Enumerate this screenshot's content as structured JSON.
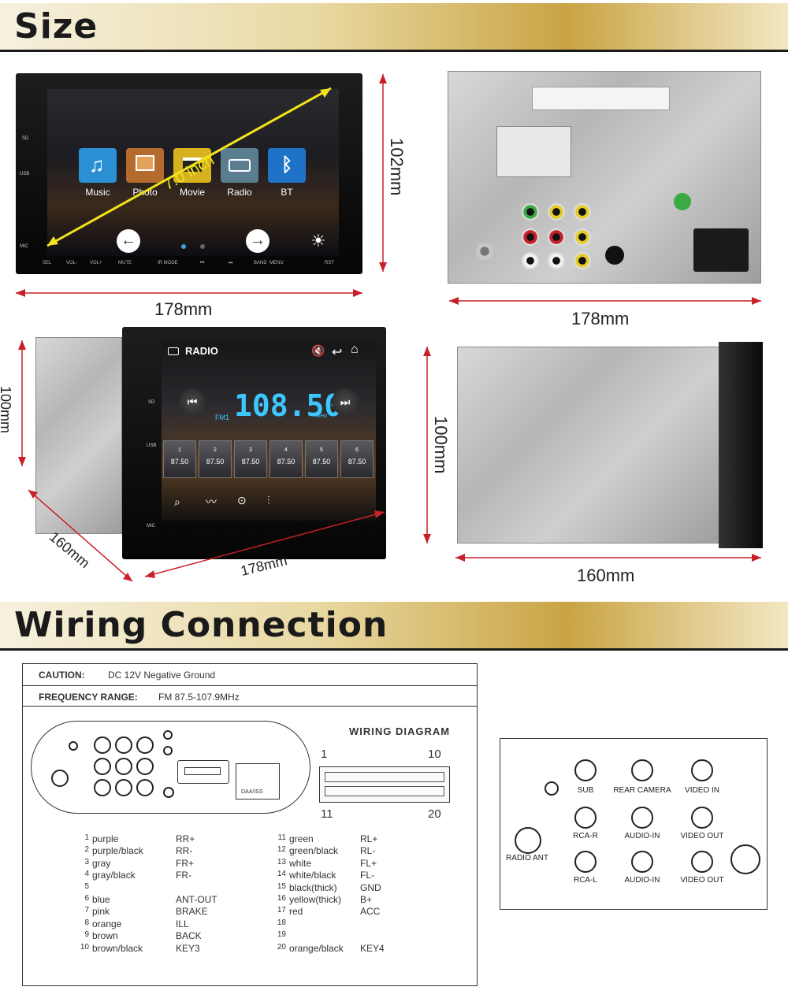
{
  "size_header": "Size",
  "wiring_header": "Wiring Connection",
  "front": {
    "side_labels": [
      "SD",
      "USB",
      "MIC"
    ],
    "apps": [
      {
        "label": "Music",
        "icon": "music-note-icon",
        "color": "#2b8fd4"
      },
      {
        "label": "Photo",
        "icon": "photo-icon",
        "color": "#b56a2e"
      },
      {
        "label": "Movie",
        "icon": "clapper-icon",
        "color": "#d6b21e"
      },
      {
        "label": "Radio",
        "icon": "radio-icon",
        "color": "#5a7d8f"
      },
      {
        "label": "BT",
        "icon": "bluetooth-icon",
        "color": "#1e73c9"
      }
    ],
    "diagonal": "7.0 inch",
    "buttons": [
      "SEL",
      "VOL-",
      "VOL+",
      "MUTE",
      "IR MODE",
      "⏮",
      "⏭",
      "BAND",
      "MENU",
      "RST"
    ]
  },
  "dims": {
    "front_height": "102mm",
    "front_width": "178mm",
    "rear_width": "178mm",
    "radio_height": "100mm",
    "radio_depth": "160mm",
    "radio_width": "178mm",
    "side_height": "100mm",
    "side_width": "160mm"
  },
  "radio_screen": {
    "title": "RADIO",
    "band": "FM1",
    "freq": "108.50",
    "unit": "MHz",
    "presets": [
      {
        "n": "1",
        "f": "87.50"
      },
      {
        "n": "2",
        "f": "87.50"
      },
      {
        "n": "3",
        "f": "87.50"
      },
      {
        "n": "4",
        "f": "87.50"
      },
      {
        "n": "5",
        "f": "87.50"
      },
      {
        "n": "6",
        "f": "87.50"
      }
    ],
    "side_labels": [
      "SD",
      "USB",
      "MIC"
    ]
  },
  "wiring": {
    "caution_label": "CAUTION:",
    "caution_text": "DC 12V Negative Ground",
    "freq_label": "FREQUENCY RANGE:",
    "freq_text": "FM 87.5-107.9MHz",
    "diagram_title": "WIRING DIAGRAM",
    "pin_top_left": "1",
    "pin_top_right": "10",
    "pin_bottom_left": "11",
    "pin_bottom_right": "20",
    "plug_label": "DAA/ISS",
    "pins_left": [
      {
        "n": "1",
        "wire": "purple",
        "fn": "RR+"
      },
      {
        "n": "2",
        "wire": "purple/black",
        "fn": "RR-"
      },
      {
        "n": "3",
        "wire": "gray",
        "fn": "FR+"
      },
      {
        "n": "4",
        "wire": "gray/black",
        "fn": "FR-"
      },
      {
        "n": "5",
        "wire": "",
        "fn": ""
      },
      {
        "n": "6",
        "wire": "blue",
        "fn": "ANT-OUT"
      },
      {
        "n": "7",
        "wire": "pink",
        "fn": "BRAKE"
      },
      {
        "n": "8",
        "wire": "orange",
        "fn": "ILL"
      },
      {
        "n": "9",
        "wire": "brown",
        "fn": "BACK"
      },
      {
        "n": "10",
        "wire": "brown/black",
        "fn": "KEY3"
      }
    ],
    "pins_right": [
      {
        "n": "11",
        "wire": "green",
        "fn": "RL+"
      },
      {
        "n": "12",
        "wire": "green/black",
        "fn": "RL-"
      },
      {
        "n": "13",
        "wire": "white",
        "fn": "FL+"
      },
      {
        "n": "14",
        "wire": "white/black",
        "fn": "FL-"
      },
      {
        "n": "15",
        "wire": "black(thick)",
        "fn": "GND"
      },
      {
        "n": "16",
        "wire": "yellow(thick)",
        "fn": "B+"
      },
      {
        "n": "17",
        "wire": "red",
        "fn": "ACC"
      },
      {
        "n": "18",
        "wire": "",
        "fn": ""
      },
      {
        "n": "19",
        "wire": "",
        "fn": ""
      },
      {
        "n": "20",
        "wire": "orange/black",
        "fn": "KEY4"
      }
    ]
  },
  "rca": {
    "sub": "SUB",
    "rear_camera": "REAR CAMERA",
    "video_in": "VIDEO IN",
    "rca_r": "RCA-R",
    "audio_in_1": "AUDIO-IN",
    "video_out_1": "VIDEO OUT",
    "radio_ant": "RADIO  ANT",
    "rca_l": "RCA-L",
    "audio_in_2": "AUDIO-IN",
    "video_out_2": "VIDEO OUT"
  }
}
